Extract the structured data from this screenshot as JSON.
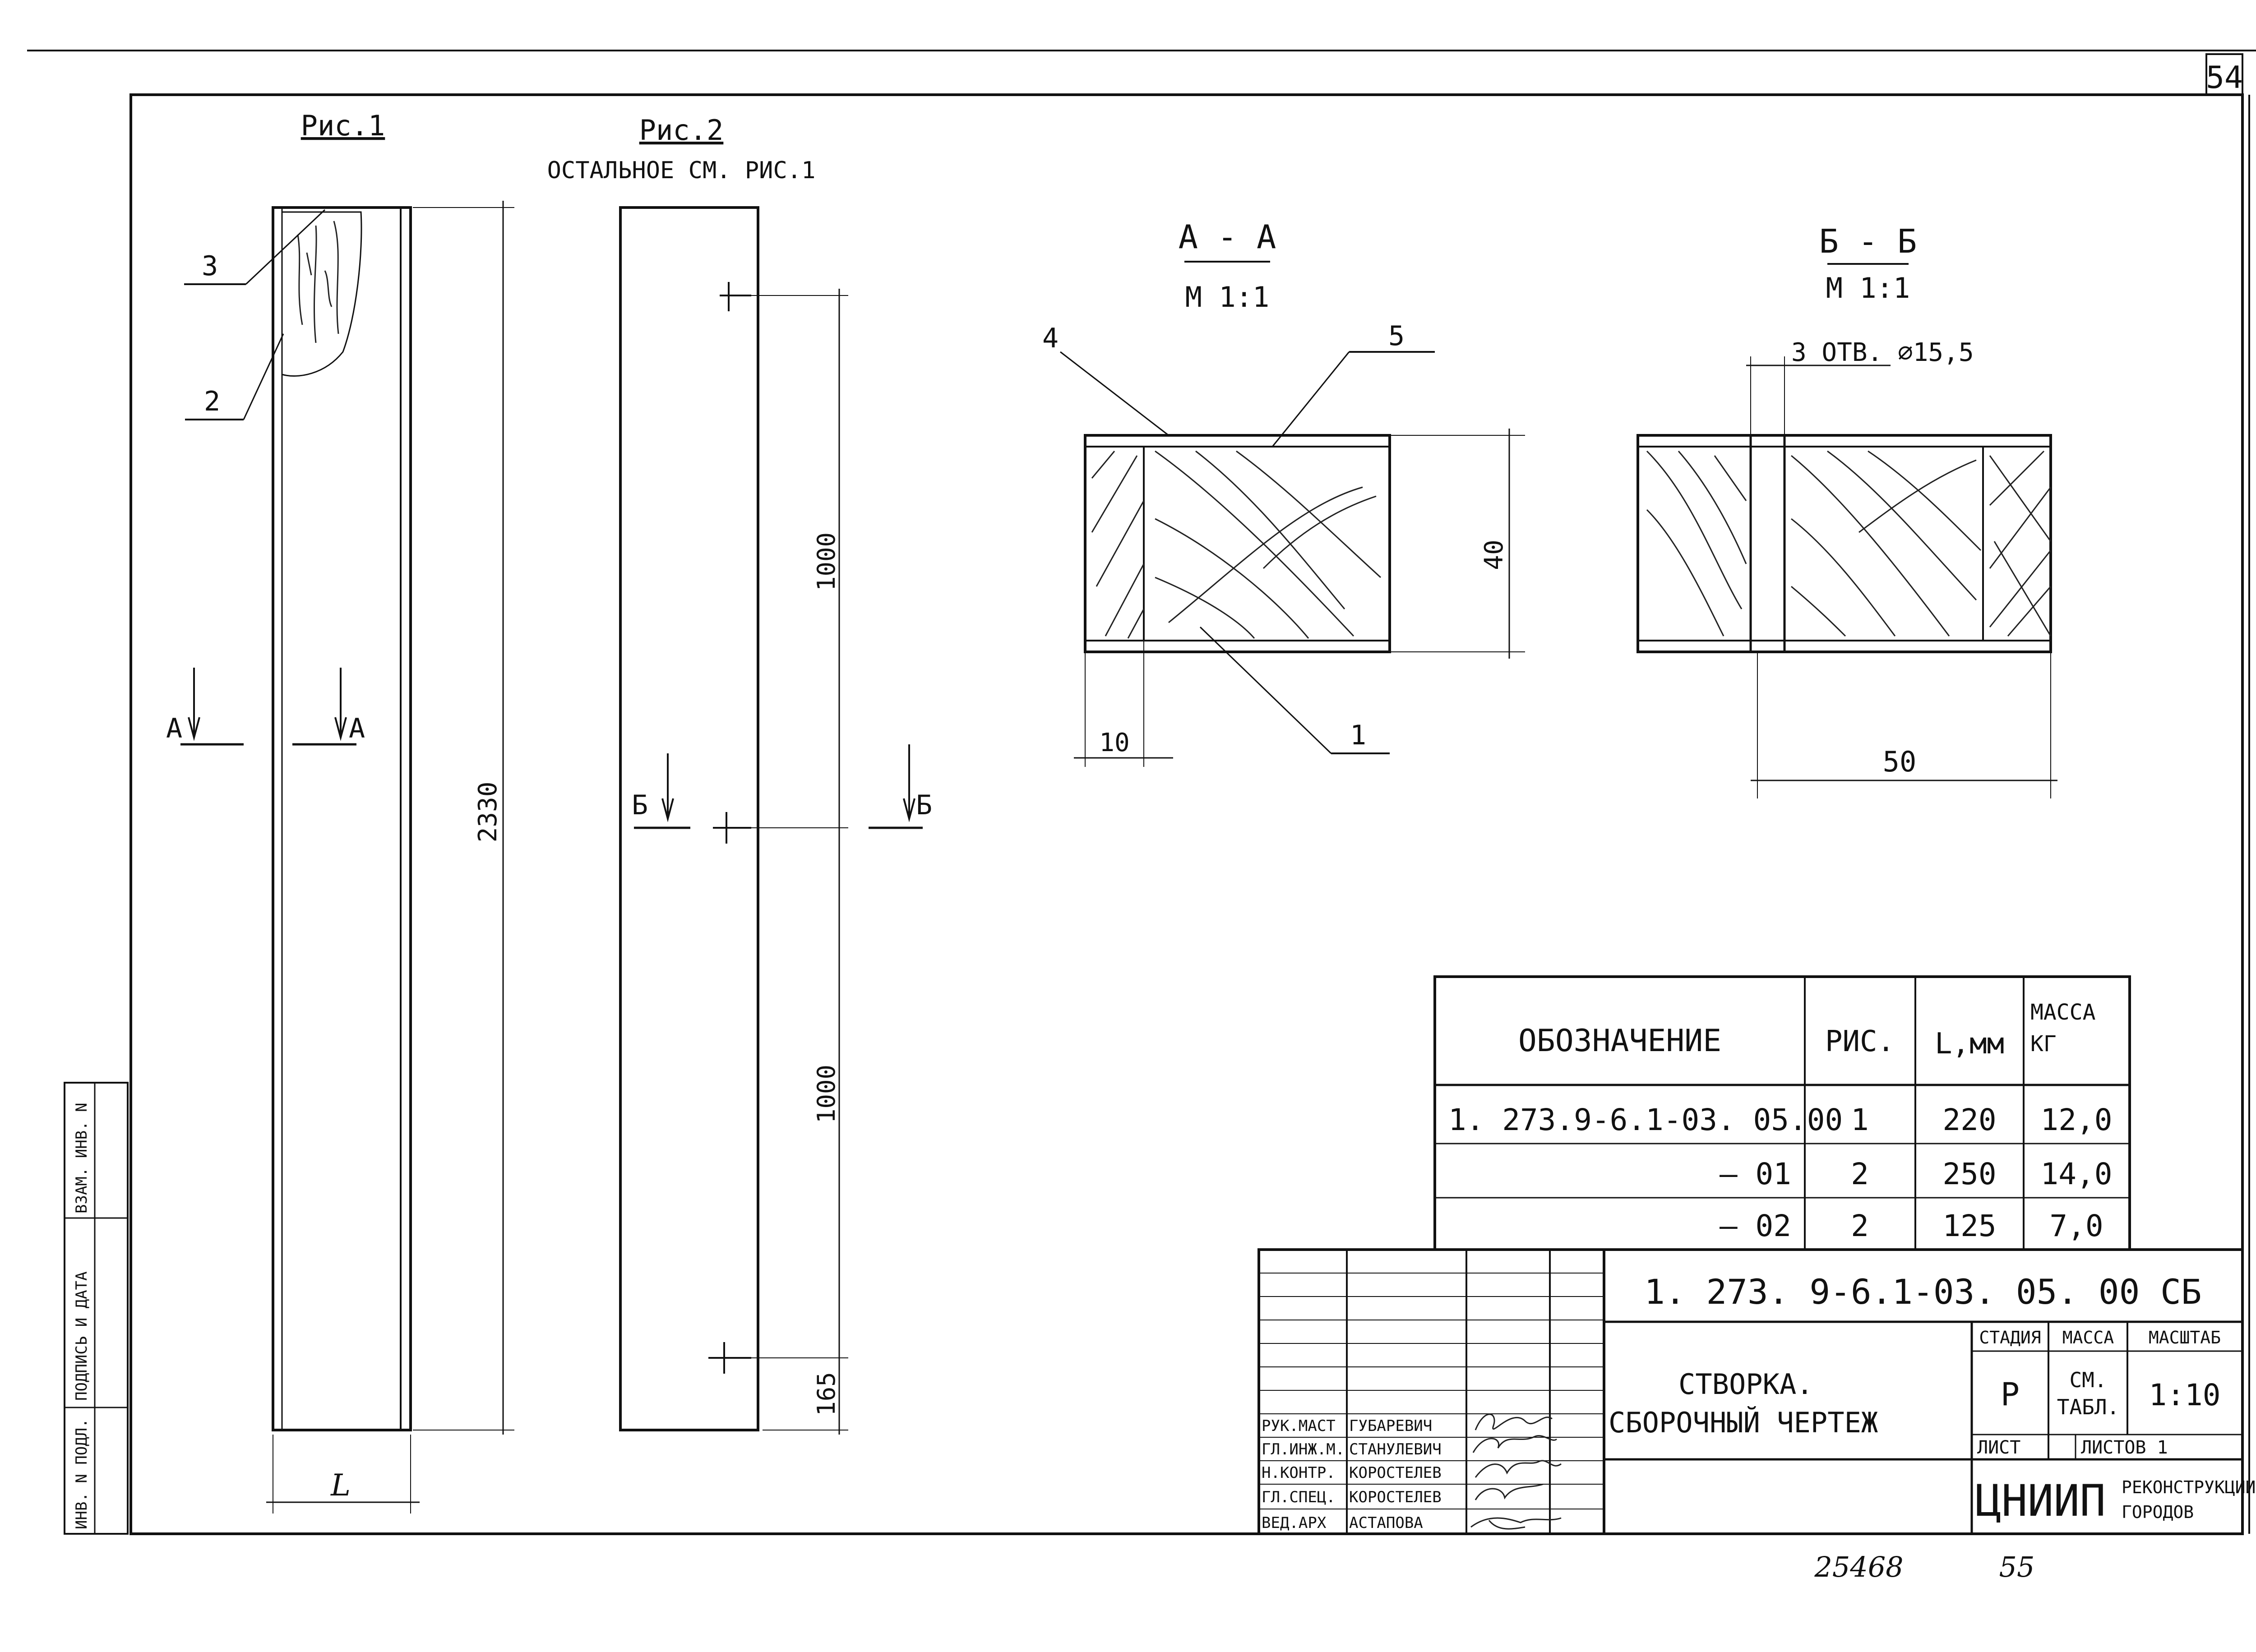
{
  "sheet_number": "54",
  "sheet_number_bottom": "55",
  "archive_number": "25468",
  "figures": {
    "fig1": {
      "title": "Рис.1",
      "overall_length": "2330",
      "width_label": "L",
      "section_label": "А",
      "callouts": [
        "3",
        "2"
      ]
    },
    "fig2": {
      "title": "Рис.2",
      "note": "ОСТАЛЬНОЕ СМ. РИС.1",
      "section_label": "Б",
      "dims": [
        "1000",
        "1000",
        "165"
      ]
    }
  },
  "sections": {
    "aa": {
      "title": "А - А",
      "scale": "М 1:1",
      "callouts": [
        "4",
        "5",
        "1"
      ],
      "dim_height": "40",
      "dim_width": "10"
    },
    "bb": {
      "title": "Б - Б",
      "scale": "М 1:1",
      "holes": "3 ОТВ. ⌀15,5",
      "dim_width": "50"
    }
  },
  "spec_table": {
    "headers": [
      "ОБОЗНАЧЕНИЕ",
      "РИС.",
      "L,мм",
      "МАССА",
      "КГ"
    ],
    "rows": [
      {
        "designation": "1. 273.9-6.1-03. 05.00",
        "fig": "1",
        "length": "220",
        "mass": "12,0"
      },
      {
        "designation": "– 01",
        "fig": "2",
        "length": "250",
        "mass": "14,0"
      },
      {
        "designation": "– 02",
        "fig": "2",
        "length": "125",
        "mass": "7,0"
      }
    ]
  },
  "title_block": {
    "code": "1. 273. 9-6.1-03. 05. 00 СБ",
    "name_line1": "СТВОРКА.",
    "name_line2": "СБОРОЧНЫЙ ЧЕРТЕЖ",
    "stage_header": "СТАДИЯ",
    "mass_header": "МАССА",
    "scale_header": "МАСШТАБ",
    "stage": "Р",
    "mass_line1": "СМ.",
    "mass_line2": "ТАБЛ.",
    "scale": "1:10",
    "sheet_label": "ЛИСТ",
    "sheets_label": "ЛИСТОВ 1",
    "org_short": "ЦНИИП",
    "org_line1": "РЕКОНСТРУКЦИИ",
    "org_line2": "ГОРОДОВ",
    "signatures": [
      {
        "role": "РУК.МАСТ",
        "name": "ГУБАРЕВИЧ"
      },
      {
        "role": "ГЛ.ИНЖ.М.",
        "name": "СТАНУЛЕВИЧ"
      },
      {
        "role": "Н.КОНТР.",
        "name": "КОРОСТЕЛЕВ"
      },
      {
        "role": "ГЛ.СПЕЦ.",
        "name": "КОРОСТЕЛЕВ"
      },
      {
        "role": "ВЕД.АРХ",
        "name": "АСТАПОВА"
      }
    ]
  },
  "side_stamp": [
    "ИНВ. N ПОДЛ.",
    "ПОДПИСЬ И ДАТА",
    "ВЗАМ. ИНВ. N"
  ]
}
